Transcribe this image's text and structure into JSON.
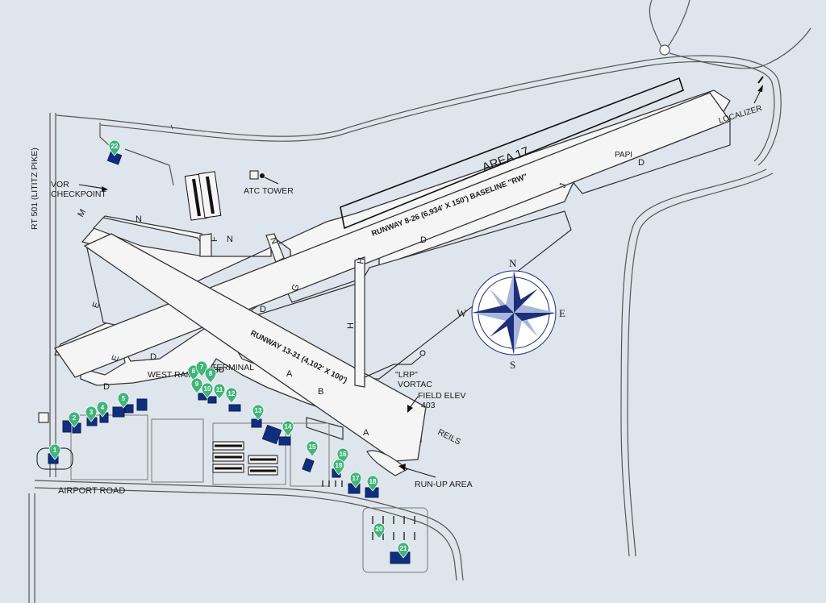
{
  "labels": {
    "area": "AREA 17",
    "runway_main": "RUNWAY 8-26 (6,934' X 150') BASELINE \"RW\"",
    "runway_cross": "RUNWAY 13-31 (4,102' X 100')",
    "atc_tower": "ATC TOWER",
    "vor_checkpoint_1": "VOR",
    "vor_checkpoint_2": "CHECKPOINT",
    "localizer": "LOCALIZER",
    "papi": "PAPI",
    "lrp_vortac_1": "\"LRP\"",
    "lrp_vortac_2": "VORTAC",
    "field_elev_1": "FIELD ELEV",
    "field_elev_2": "403",
    "reils": "REILS",
    "run_up_area": "RUN-UP AREA",
    "west_ramp": "WEST RAMP",
    "fbo": "FBO",
    "terminal": "TERMINAL",
    "airport_road": "AIRPORT ROAD",
    "rt501": "RT 501 (LITITZ PIKE)"
  },
  "compass": {
    "n": "N",
    "s": "S",
    "e": "E",
    "w": "W"
  },
  "taxiways": {
    "d1": "D",
    "d2": "D",
    "d3": "D",
    "d4": "D",
    "d5": "D",
    "d6": "D",
    "n1": "N",
    "n2": "N",
    "n3": "N",
    "m": "M",
    "e1": "E",
    "e2": "E",
    "f": "F",
    "g": "G",
    "h1": "H",
    "h2": "H",
    "j": "J",
    "a1": "A",
    "a2": "A",
    "b": "B"
  },
  "pins": [
    "1",
    "2",
    "3",
    "4",
    "5",
    "6",
    "7",
    "8",
    "9",
    "10",
    "11",
    "12",
    "13",
    "14",
    "15",
    "16",
    "17",
    "18",
    "19",
    "20",
    "21",
    "22"
  ],
  "colors": {
    "background": "#dfe5ec",
    "pavement": "#f5f5f5",
    "building": "#0f2f7e",
    "pin": "#3fb579",
    "compass_dark": "#1d2f79",
    "compass_light": "#a7b6dc"
  }
}
